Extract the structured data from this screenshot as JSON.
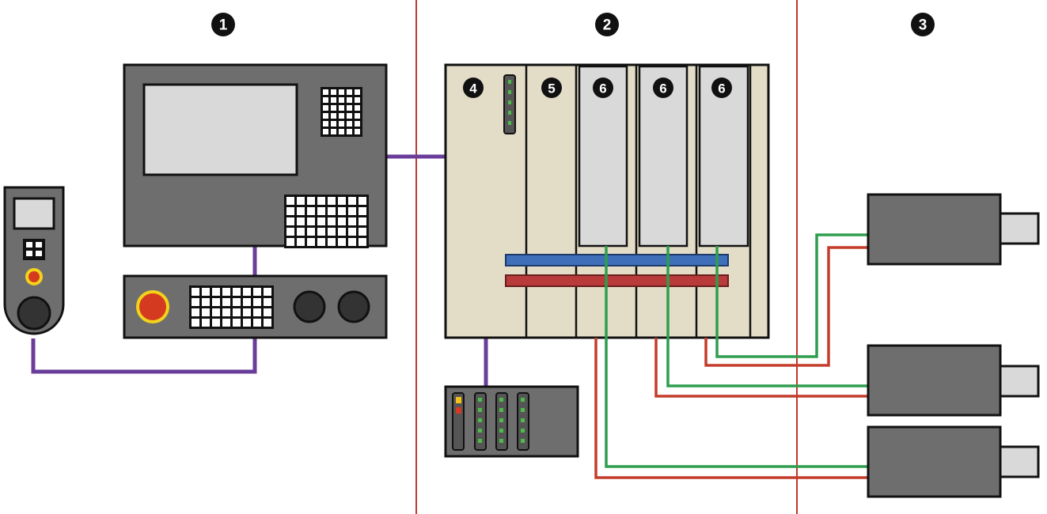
{
  "badges": {
    "zone_1": "1",
    "zone_2": "2",
    "zone_3": "3",
    "module_4": "4",
    "module_5": "5",
    "module_6a": "6",
    "module_6b": "6",
    "module_6c": "6"
  },
  "colors": {
    "device_body": "#6e6e6e",
    "outline": "#111111",
    "rack": "#e3dcc7",
    "card": "#d9d9d9",
    "screen": "#d9d9d9",
    "purple_bus": "#6a3d9a",
    "green_wire": "#2e9e4e",
    "red_wire": "#c43c2a",
    "blue_bus": "#3e6fb8",
    "red_bus": "#b83a3a",
    "zone_divider": "#c0392b",
    "estop": "#d43a1f",
    "estop_ring": "#f2d21b",
    "led_green": "#4dbb4a",
    "led_yellow": "#f2c21b",
    "led_red": "#d43a1f"
  }
}
